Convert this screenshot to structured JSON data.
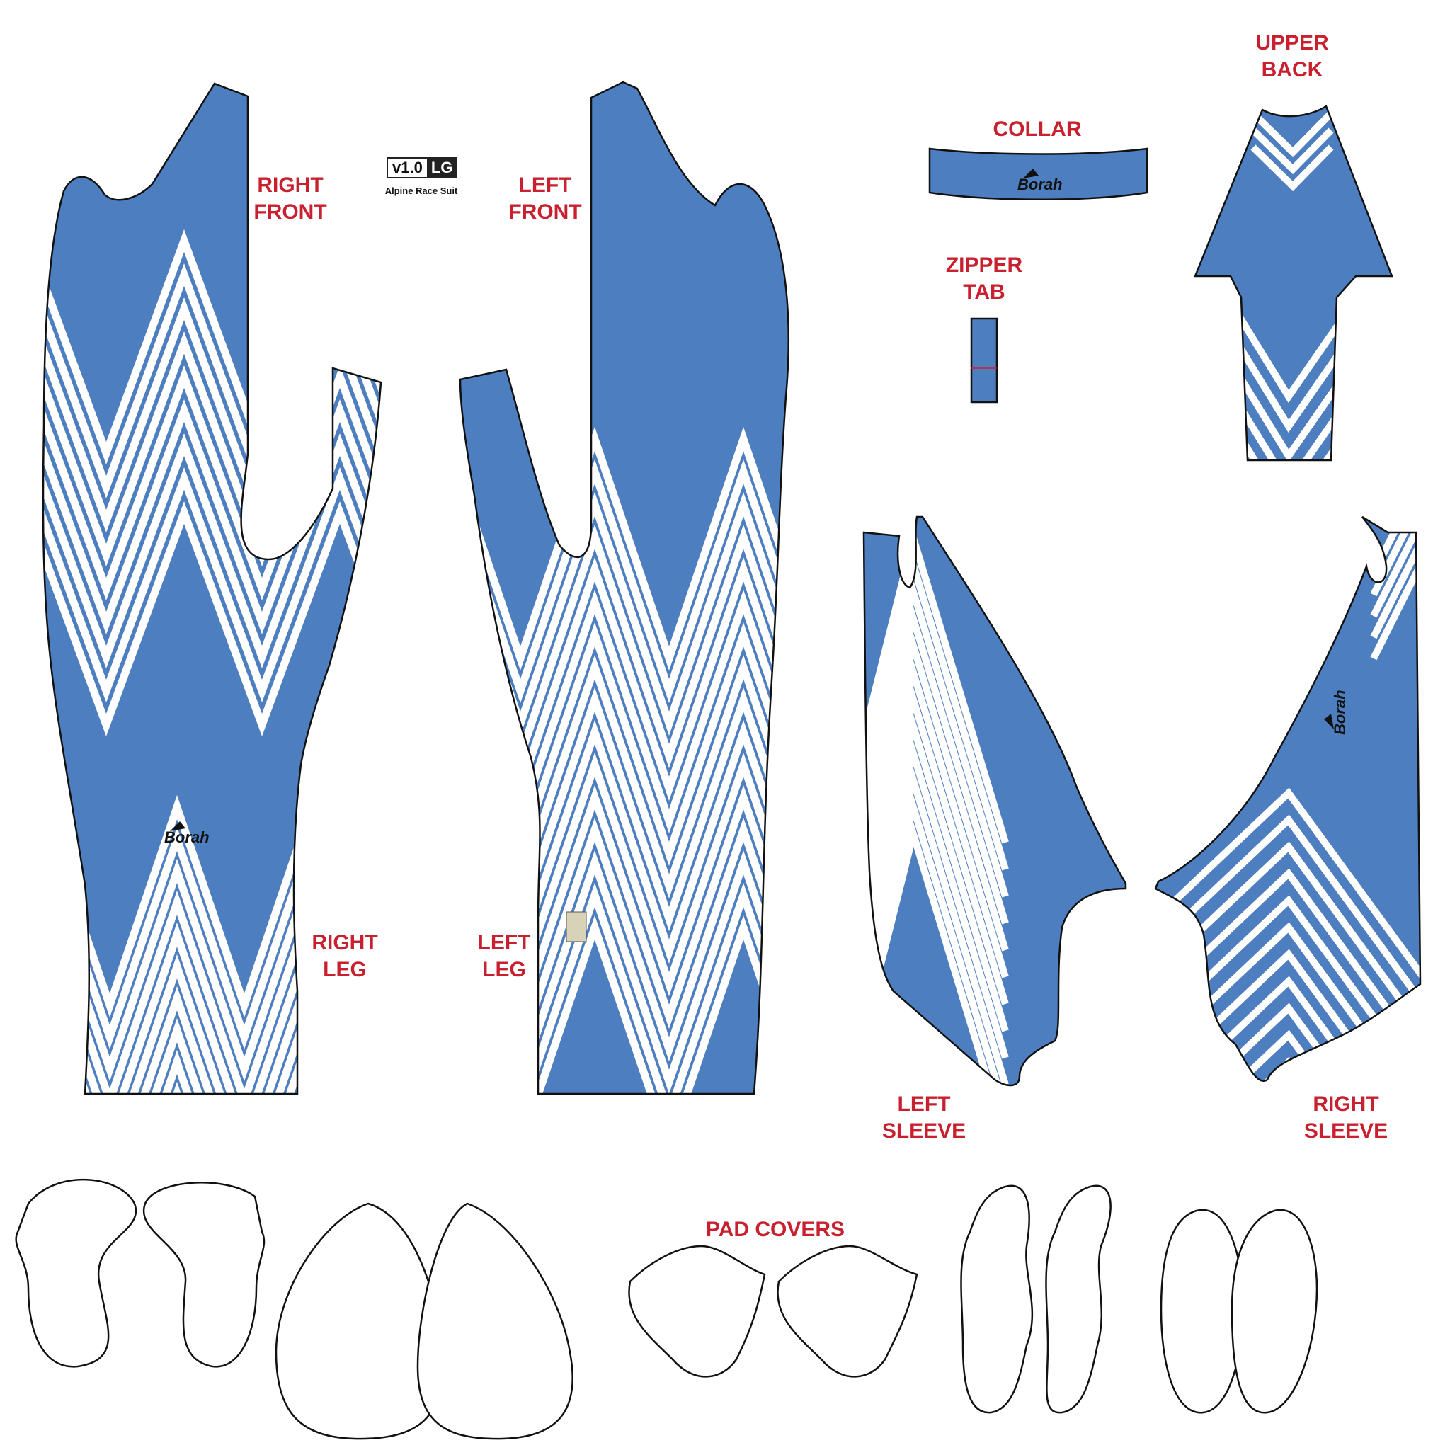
{
  "version_badge": {
    "version": "v1.0",
    "size": "LG",
    "product": "Alpine Race Suit"
  },
  "brand": {
    "logo_text": "Borah"
  },
  "colors": {
    "panel_blue": "#4d7ebf",
    "stripe_white": "#ffffff",
    "label_red": "#c8202f",
    "outline": "#111111"
  },
  "labels": {
    "right_front": [
      "RIGHT",
      "FRONT"
    ],
    "left_front": [
      "LEFT",
      "FRONT"
    ],
    "collar": [
      "COLLAR"
    ],
    "upper_back": [
      "UPPER",
      "BACK"
    ],
    "zipper_tab": [
      "ZIPPER",
      "TAB"
    ],
    "right_leg": [
      "RIGHT",
      "LEG"
    ],
    "left_leg": [
      "LEFT",
      "LEG"
    ],
    "left_sleeve": [
      "LEFT",
      "SLEEVE"
    ],
    "right_sleeve": [
      "RIGHT",
      "SLEEVE"
    ],
    "pad_covers": [
      "PAD COVERS"
    ]
  }
}
